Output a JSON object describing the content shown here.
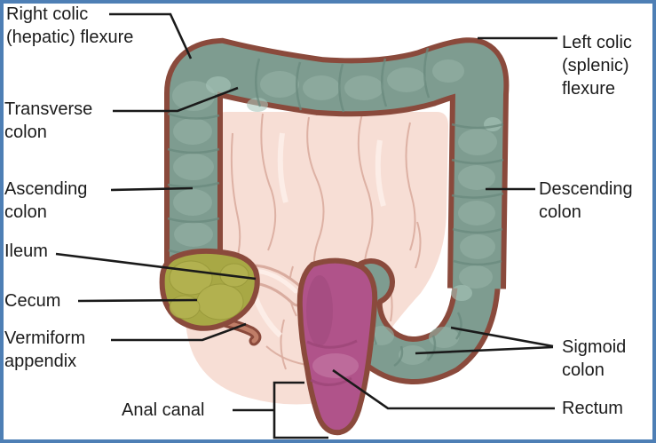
{
  "figure": {
    "type": "anatomical-diagram",
    "subject": "Large intestine with labeled regions",
    "labels": {
      "right_colic": "Right colic\n(hepatic) flexure",
      "transverse": "Transverse\ncolon",
      "ascending": "Ascending\ncolon",
      "ileum": "Ileum",
      "cecum": "Cecum",
      "vermiform": "Vermiform\nappendix",
      "anal_canal": "Anal canal",
      "left_colic": "Left colic\n(splenic)\nflexure",
      "descending": "Descending\ncolon",
      "sigmoid": "Sigmoid\ncolon",
      "rectum": "Rectum"
    },
    "colors": {
      "frame_border": "#4e7fb5",
      "bg": "#ffffff",
      "text": "#1c1c1c",
      "leader": "#1a1a1a",
      "outline": "#8a4a3c",
      "colon": "#7e9c90",
      "colon_hi": "#93b0a5",
      "colon_accent": "#a9c6bb",
      "colon_crease": "#69897e",
      "cecum": "#a8a845",
      "cecum_lump": "#b2b150",
      "cecum_crease": "#8f8f33",
      "appendix": "#c07e68",
      "rectum": "#b0538a",
      "rectum_dark": "#9c4677",
      "rectum_hi": "#c97fa9",
      "intestine": "#f7ded5",
      "intestine_line": "#d9ac9f",
      "intestine_hi": "#fdf0ea"
    }
  }
}
